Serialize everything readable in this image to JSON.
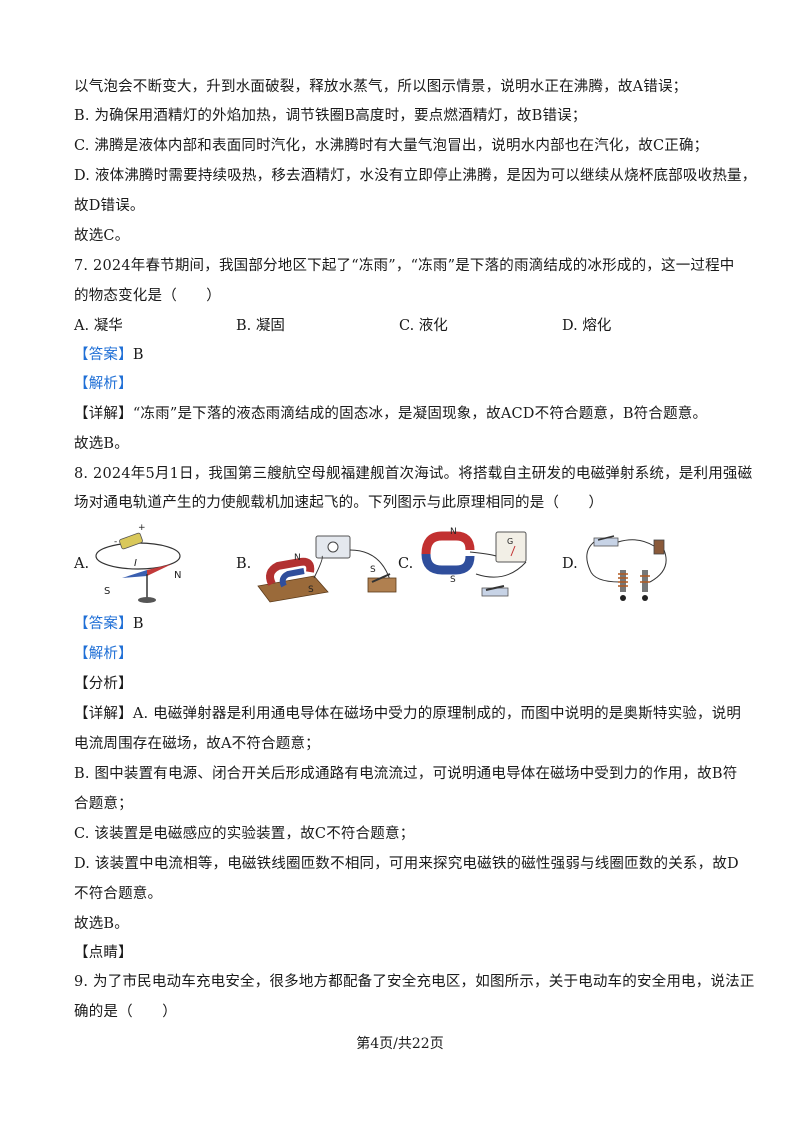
{
  "lines": {
    "l1": "以气泡会不断变大，升到水面破裂，释放水蒸气，所以图示情景，说明水正在沸腾，故A错误；",
    "l2": "B. 为确保用酒精灯的外焰加热，调节铁圈B高度时，要点燃酒精灯，故B错误；",
    "l3": "C. 沸腾是液体内部和表面同时汽化，水沸腾时有大量气泡冒出，说明水内部也在汽化，故C正确；",
    "l4": "D. 液体沸腾时需要持续吸热，移去酒精灯，水没有立即停止沸腾，是因为可以继续从烧杯底部吸收热量，",
    "l5": "故D错误。",
    "l6": "故选C。"
  },
  "q7": {
    "stem1": "7. 2024年春节期间，我国部分地区下起了“冻雨”，“冻雨”是下落的雨滴结成的冰形成的，这一过程中",
    "stem2": "的物态变化是（　　）",
    "options": [
      "A. 凝华",
      "B. 凝固",
      "C. 液化",
      "D. 熔化"
    ],
    "answer_tag": "【答案】",
    "answer": "B",
    "analysis_tag": "【解析】",
    "detail_tag": "【详解】",
    "detail": "“冻雨”是下落的液态雨滴结成的固态冰，是凝固现象，故ACD不符合题意，B符合题意。",
    "choose": "故选B。"
  },
  "q8": {
    "stem1": "8. 2024年5月1日，我国第三艘航空母舰福建舰首次海试。将搭载自主研发的电磁弹射系统，是利用强磁",
    "stem2": "场对通电轨道产生的力使舰载机加速起飞的。下列图示与此原理相同的是（　　）",
    "fig_labels": [
      "A.",
      "B.",
      "C.",
      "D."
    ],
    "figA_text": {
      "plus": "+",
      "minus": "-",
      "current": "I",
      "north": "N",
      "south": "S"
    },
    "figB_text": {
      "north": "N",
      "south": "S",
      "switch": "S"
    },
    "figC_text": {
      "north": "N",
      "south": "S",
      "meter": "G"
    },
    "answer_tag": "【答案】",
    "answer": "B",
    "analysis_tag": "【解析】",
    "fenxi_tag": "【分析】",
    "detail_tag": "【详解】",
    "detailA": "A. 电磁弹射器是利用通电导体在磁场中受力的原理制成的，而图中说明的是奥斯特实验，说明",
    "detailA2": "电流周围存在磁场，故A不符合题意；",
    "detailB": "B. 图中装置有电源、闭合开关后形成通路有电流流过，可说明通电导体在磁场中受到力的作用，故B符",
    "detailB2": "合题意；",
    "detailC": "C. 该装置是电磁感应的实验装置，故C不符合题意；",
    "detailD": "D. 该装置中电流相等，电磁铁线圈匝数不相同，可用来探究电磁铁的磁性强弱与线圈匝数的关系，故D",
    "detailD2": "不符合题意。",
    "choose": "故选B。",
    "dianjing_tag": "【点睛】"
  },
  "q9": {
    "stem1": "9. 为了市民电动车充电安全，很多地方都配备了安全充电区，如图所示，关于电动车的安全用电，说法正",
    "stem2": "确的是（　　）"
  },
  "footer": "第4页/共22页",
  "colors": {
    "tag": "#1f6fd6",
    "text": "#1a1a1a"
  }
}
